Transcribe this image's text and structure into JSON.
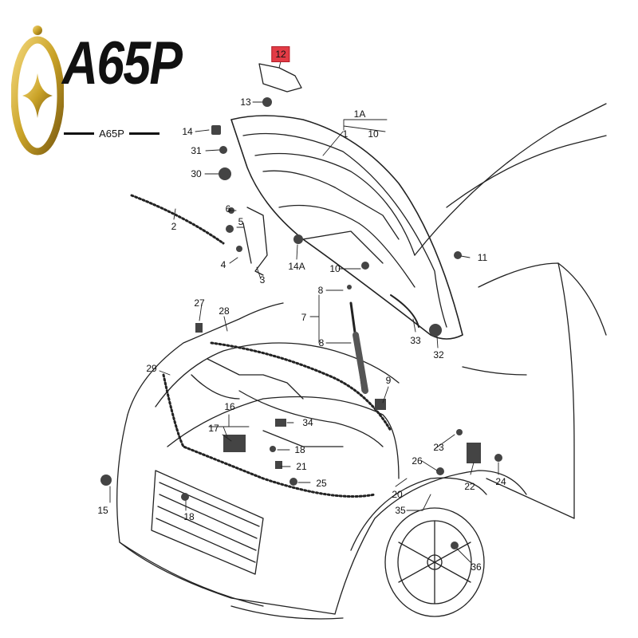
{
  "brand": {
    "wordmark": "A65P",
    "subtitle": "A65P",
    "colors": {
      "gold": "#c9a227",
      "gold_dark": "#7a5a10",
      "text": "#111111"
    }
  },
  "diagram": {
    "highlight_color": "#e23b45",
    "highlighted_part": "12",
    "part_labels": {
      "p1": "1",
      "p1a": "1A",
      "p10a": "10",
      "p2": "2",
      "p3": "3",
      "p4": "4",
      "p5": "5",
      "p6": "6",
      "p7": "7",
      "p8a": "8",
      "p8b": "8",
      "p9": "9",
      "p10b": "10",
      "p11": "11",
      "p12": "12",
      "p13": "13",
      "p14": "14",
      "p14a": "14A",
      "p15": "15",
      "p16": "16",
      "p17": "17",
      "p18a": "18",
      "p18b": "18",
      "p20": "20",
      "p21": "21",
      "p22": "22",
      "p23": "23",
      "p24": "24",
      "p25": "25",
      "p26": "26",
      "p27": "27",
      "p28": "28",
      "p29": "29",
      "p30": "30",
      "p31": "31",
      "p32": "32",
      "p33": "33",
      "p34": "34",
      "p35": "35",
      "p36": "36"
    }
  }
}
